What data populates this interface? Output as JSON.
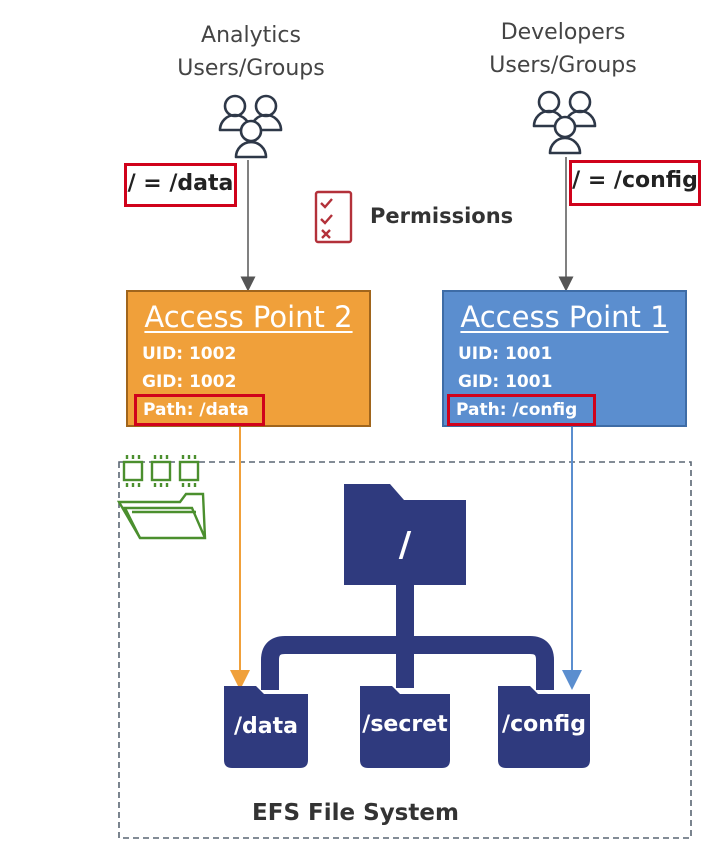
{
  "groups": {
    "analytics": {
      "line1": "Analytics",
      "line2": "Users/Groups",
      "root": "/ = /data"
    },
    "developers": {
      "line1": "Developers",
      "line2": "Users/Groups",
      "root": "/ = /config"
    }
  },
  "permissions": {
    "label": "Permissions"
  },
  "access_points": {
    "ap2": {
      "title": "Access Point 2",
      "uid": "UID: 1002",
      "gid": "GID: 1002",
      "path": "Path: /data"
    },
    "ap1": {
      "title": "Access Point 1",
      "uid": "UID: 1001",
      "gid": "GID: 1001",
      "path": "Path: /config"
    }
  },
  "filesystem": {
    "root_label": "/",
    "folders": [
      "/data",
      "/secret",
      "/config"
    ],
    "label": "EFS File System"
  },
  "colors": {
    "orange": "#f0a03a",
    "blue": "#5b8ecf",
    "navy": "#2f3a7e",
    "red_highlight": "#d0021b",
    "green_icon": "#4b8f2e"
  }
}
